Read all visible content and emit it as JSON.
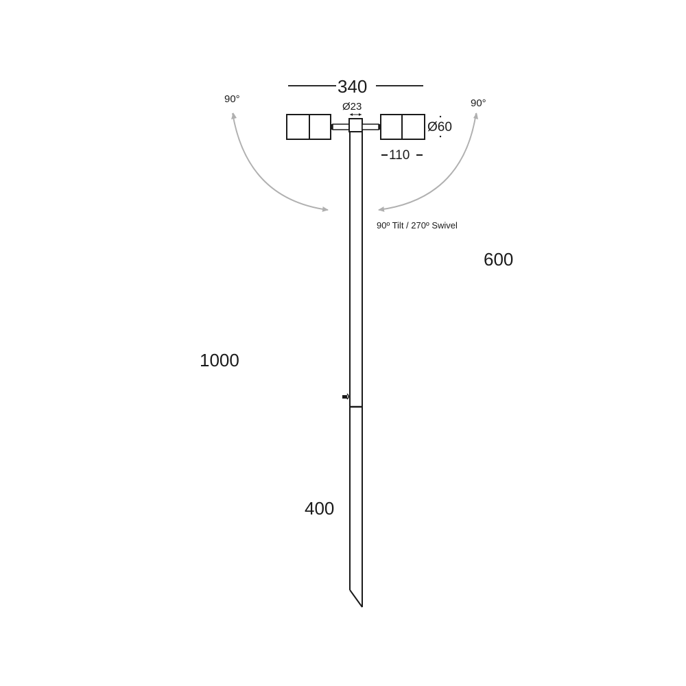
{
  "diagram": {
    "type": "technical-dimension-drawing",
    "subject": "twin-head garden spike light",
    "colors": {
      "line": "#1a1a1a",
      "dimension_line": "#2a2a2a",
      "arc": "#b0b0b0",
      "background": "#ffffff"
    },
    "dimensions": {
      "overall_width": "340",
      "stem_diameter": "Ø23",
      "head_diameter": "Ø60",
      "head_length": "110",
      "overall_height": "1000",
      "above_ground_height": "600",
      "spike_length": "400"
    },
    "angles": {
      "left_tilt": "90°",
      "right_tilt": "90°",
      "note": "90º Tilt / 270º Swivel"
    }
  }
}
